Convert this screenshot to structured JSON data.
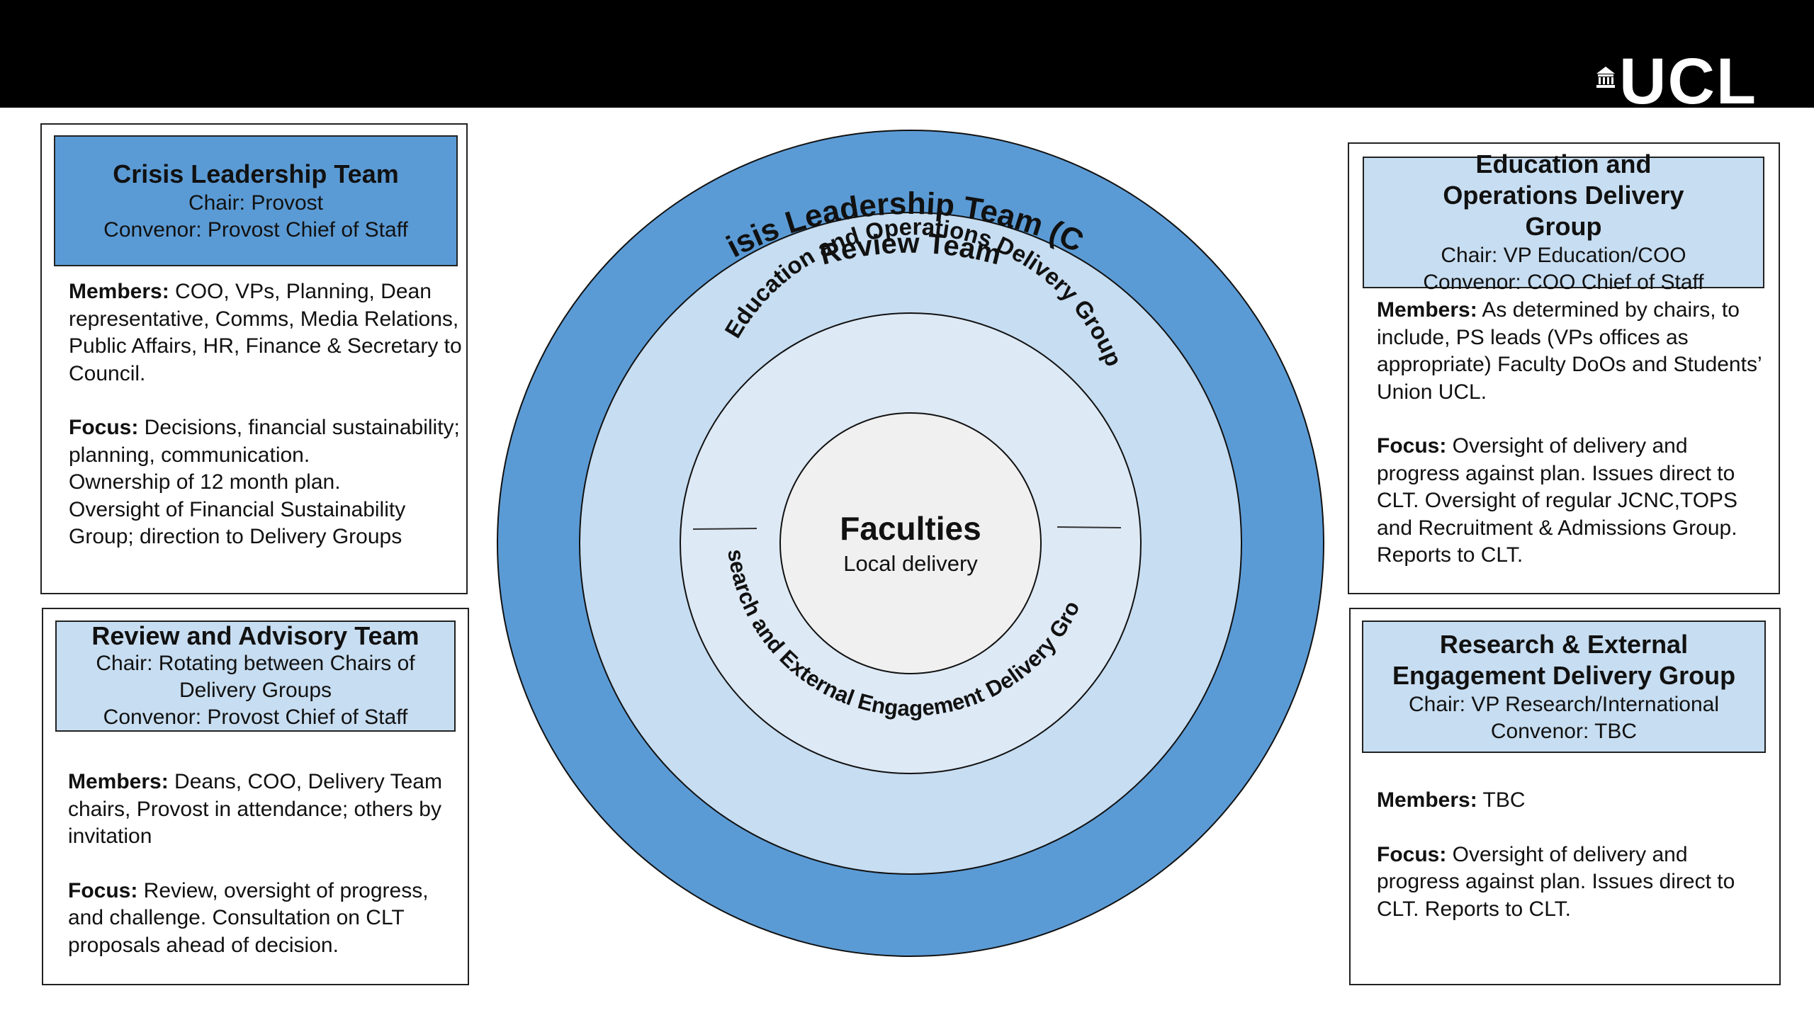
{
  "logo": {
    "text": "UCL",
    "icon": "ucl-portico-icon"
  },
  "colors": {
    "dark_blue": "#5b9bd5",
    "light_blue": "#c7ddf1",
    "pale_blue": "#dde9f5",
    "center": "#f0f0f0"
  },
  "rings": {
    "outer": "Crisis Leadership Team (CLT)",
    "second": "Review Team",
    "third_top": "Education and Operations Delivery Group",
    "third_bottom": "Research and External Engagement Delivery Group",
    "center_title": "Faculties",
    "center_sub": "Local delivery"
  },
  "clt": {
    "title": "Crisis Leadership Team",
    "chair": "Chair: Provost",
    "convenor": "Convenor: Provost Chief of Staff",
    "members_label": "Members:",
    "members": " COO, VPs, Planning, Dean representative, Comms, Media Relations, Public Affairs, HR, Finance & Secretary to Council.",
    "focus_label": "Focus:",
    "focus": " Decisions, financial sustainability; planning, communication.",
    "focus_2": "Ownership of 12 month plan.",
    "focus_3": "Oversight of Financial Sustainability Group; direction to Delivery Groups"
  },
  "review": {
    "title": "Review and Advisory Team",
    "chair": "Chair: Rotating between Chairs of Delivery Groups",
    "convenor": "Convenor: Provost Chief of Staff",
    "members_label": "Members:",
    "members": " Deans, COO, Delivery Team chairs, Provost in attendance; others by invitation",
    "focus_label": "Focus:",
    "focus": " Review, oversight of progress, and challenge. Consultation on CLT proposals ahead of decision."
  },
  "edu": {
    "title": "Education and Operations Delivery Group",
    "chair": "Chair: VP Education/COO",
    "convenor": "Convenor: COO Chief of Staff",
    "members_label": "Members:",
    "members": " As determined by chairs, to include, PS leads (VPs offices as appropriate) Faculty DoOs and Students’ Union UCL.",
    "focus_label": "Focus:",
    "focus": " Oversight of delivery and progress against plan. Issues direct to CLT. Oversight of regular JCNC,TOPS and Recruitment & Admissions Group. Reports to CLT."
  },
  "research": {
    "title": "Research & External Engagement Delivery Group",
    "chair": "Chair: VP Research/International",
    "convenor": "Convenor: TBC",
    "members_label": "Members:",
    "members": " TBC",
    "focus_label": "Focus:",
    "focus": " Oversight of delivery and progress against plan. Issues direct to CLT. Reports to CLT."
  }
}
